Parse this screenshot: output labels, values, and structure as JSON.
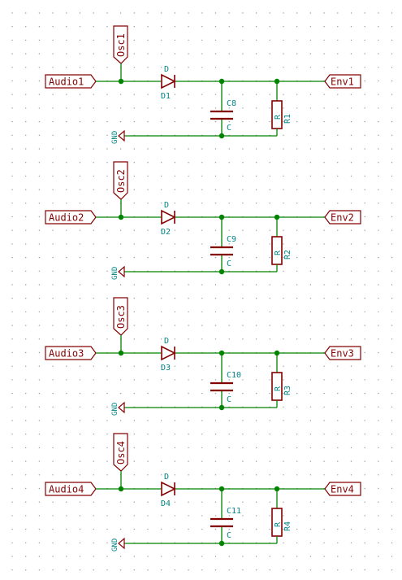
{
  "colors": {
    "background": "#ffffff",
    "wire": "#008400",
    "component": "#840000",
    "reference_text": "#008484",
    "grid_dot": "#9a9a9a"
  },
  "stages": [
    {
      "input_label": "Audio1",
      "osc_label": "Osc1",
      "output_label": "Env1",
      "gnd_label": "GND",
      "diode_value": "D",
      "diode_ref": "D1",
      "cap_ref": "C8",
      "cap_value": "C",
      "res_ref": "R1",
      "res_value": "R"
    },
    {
      "input_label": "Audio2",
      "osc_label": "Osc2",
      "output_label": "Env2",
      "gnd_label": "GND",
      "diode_value": "D",
      "diode_ref": "D2",
      "cap_ref": "C9",
      "cap_value": "C",
      "res_ref": "R2",
      "res_value": "R"
    },
    {
      "input_label": "Audio3",
      "osc_label": "Osc3",
      "output_label": "Env3",
      "gnd_label": "GND",
      "diode_value": "D",
      "diode_ref": "D3",
      "cap_ref": "C10",
      "cap_value": "C",
      "res_ref": "R3",
      "res_value": "R"
    },
    {
      "input_label": "Audio4",
      "osc_label": "Osc4",
      "output_label": "Env4",
      "gnd_label": "GND",
      "diode_value": "D",
      "diode_ref": "D4",
      "cap_ref": "C11",
      "cap_value": "C",
      "res_ref": "R4",
      "res_value": "R"
    }
  ]
}
